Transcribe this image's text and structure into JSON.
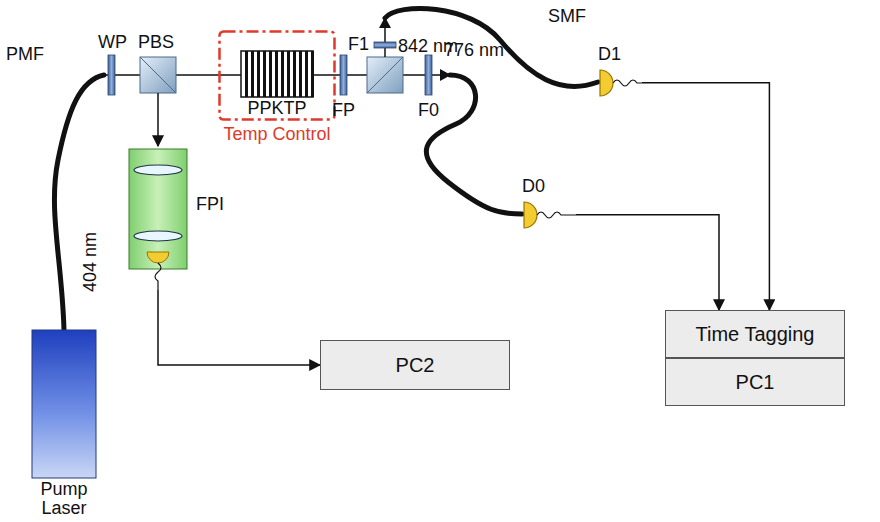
{
  "diagram": {
    "nodes": [
      {
        "text": [
          "Pump Laser"
        ]
      },
      {
        "text": [
          "Temp Control"
        ]
      },
      {
        "text": [
          "PPKTP"
        ],
        "in": 1
      },
      {
        "text": [
          "FPI"
        ]
      },
      {
        "text": [
          "PC2"
        ]
      },
      {
        "text": [
          "D1"
        ]
      },
      {
        "text": [
          "D0"
        ]
      },
      {
        "text": [
          "Time Tagging"
        ]
      },
      {
        "text": [
          "PC1"
        ]
      }
    ],
    "edges": [
      {
        "from": 3,
        "to": 4,
        "arrow": "to"
      },
      {
        "from": 5,
        "to": 7,
        "arrow": "to"
      },
      {
        "from": 6,
        "to": 7,
        "arrow": "to"
      }
    ],
    "labels": [
      "PMF",
      "404 nm",
      "WP",
      "PBS",
      "FP",
      "F1",
      "842 nm",
      "SMF",
      "776 nm",
      "F0"
    ]
  }
}
